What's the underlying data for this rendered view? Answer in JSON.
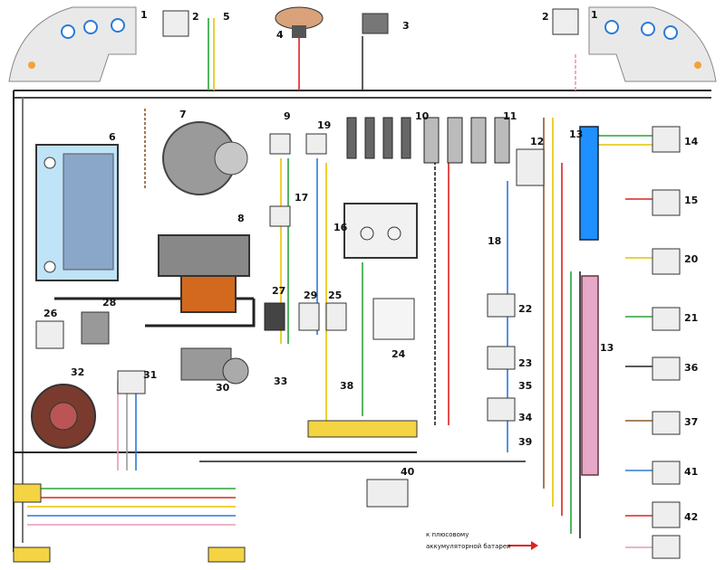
{
  "diagram": {
    "component_labels": {
      "c1_left": "1",
      "c1_right": "1",
      "c2_left": "2",
      "c2_right": "2",
      "c3": "3",
      "c4": "4",
      "c5": "5",
      "c6": "6",
      "c7": "7",
      "c8": "8",
      "c9": "9",
      "c10": "10",
      "c11": "11",
      "c12": "12",
      "c13_top": "13",
      "c13_bottom": "13",
      "c14": "14",
      "c15": "15",
      "c16": "16",
      "c17": "17",
      "c18": "18",
      "c19": "19",
      "c20": "20",
      "c21": "21",
      "c22": "22",
      "c23": "23",
      "c24": "24",
      "c25": "25",
      "c26": "26",
      "c27": "27",
      "c28": "28",
      "c29": "29",
      "c30": "30",
      "c31": "31",
      "c32": "32",
      "c33": "33",
      "c34": "34",
      "c35": "35",
      "c36": "36",
      "c37": "37",
      "c38": "38",
      "c39": "39",
      "c40": "40",
      "c41": "41",
      "c42": "42"
    },
    "battery_note_top": "к плюсовому",
    "battery_note": "аккумуляторной батареи"
  }
}
